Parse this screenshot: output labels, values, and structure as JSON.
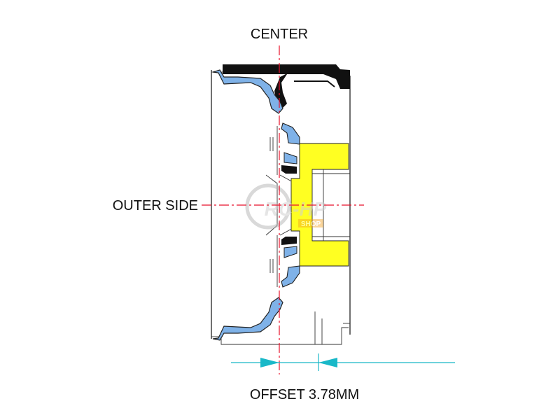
{
  "labels": {
    "center": "CENTER",
    "outer_side": "OUTER SIDE",
    "offset": "OFFSET 3.78MM"
  },
  "watermark": {
    "main": "RC-HP",
    "sub": "SHOP"
  },
  "colors": {
    "rim_fill": "#7fb2e8",
    "hub_fill": "#ffff22",
    "centerline": "#e8102a",
    "dimension": "#19b8c8",
    "outline": "#222222"
  }
}
